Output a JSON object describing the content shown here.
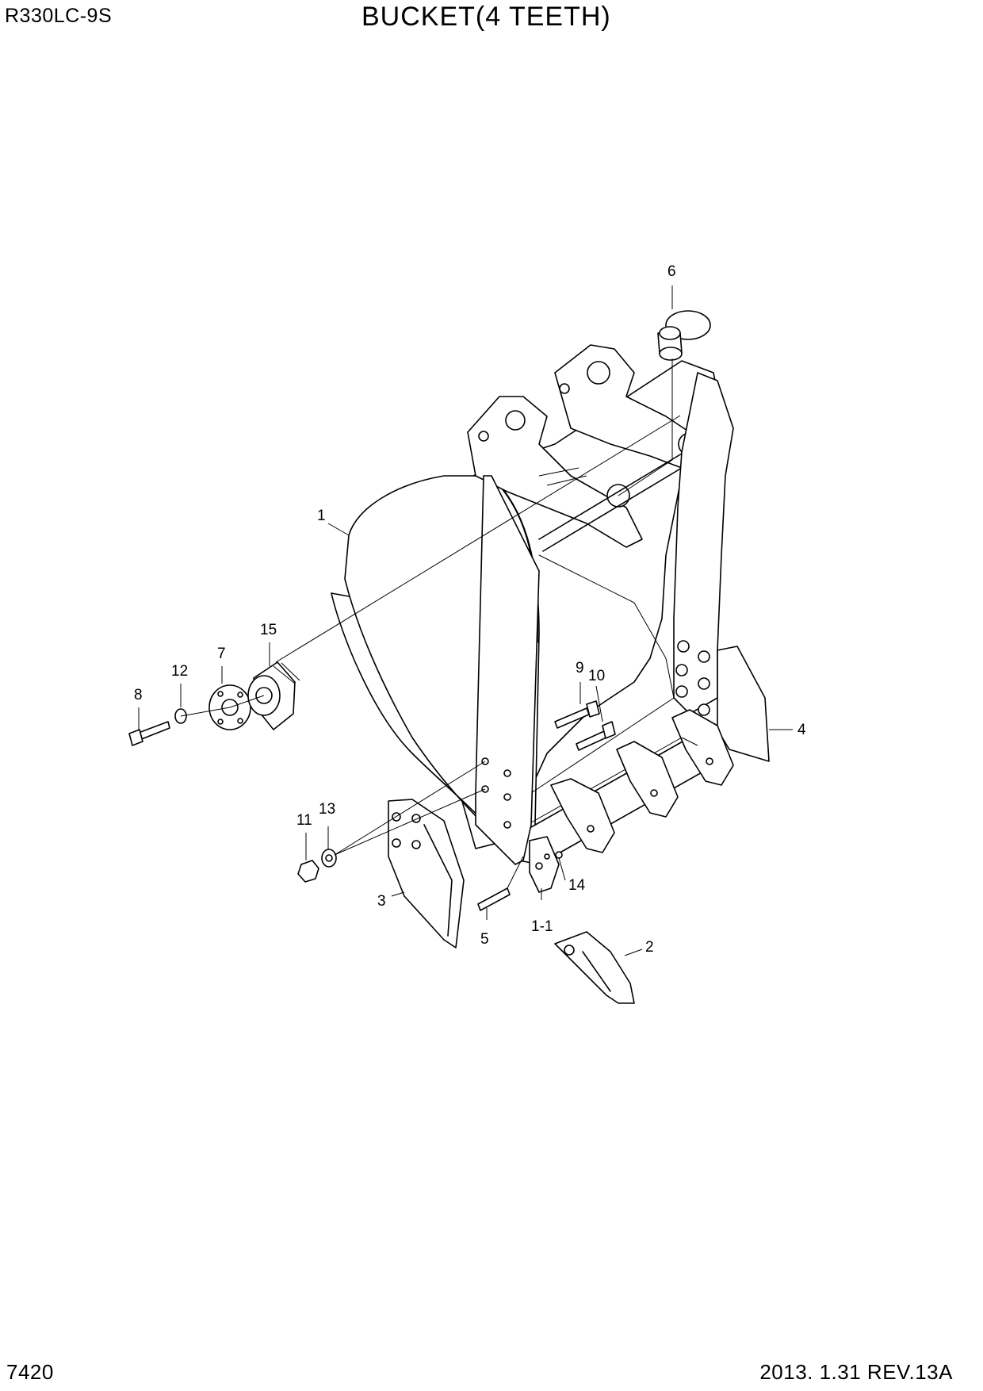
{
  "header": {
    "model": "R330LC-9S",
    "title": "BUCKET(4 TEETH)"
  },
  "footer": {
    "page_number": "7420",
    "revision": "2013. 1.31  REV.13A"
  },
  "callouts": {
    "c1": "1",
    "c1_1": "1-1",
    "c2": "2",
    "c3": "3",
    "c4": "4",
    "c5": "5",
    "c6": "6",
    "c7": "7",
    "c8": "8",
    "c9": "9",
    "c10": "10",
    "c11": "11",
    "c12": "12",
    "c13": "13",
    "c14": "14",
    "c15": "15"
  }
}
